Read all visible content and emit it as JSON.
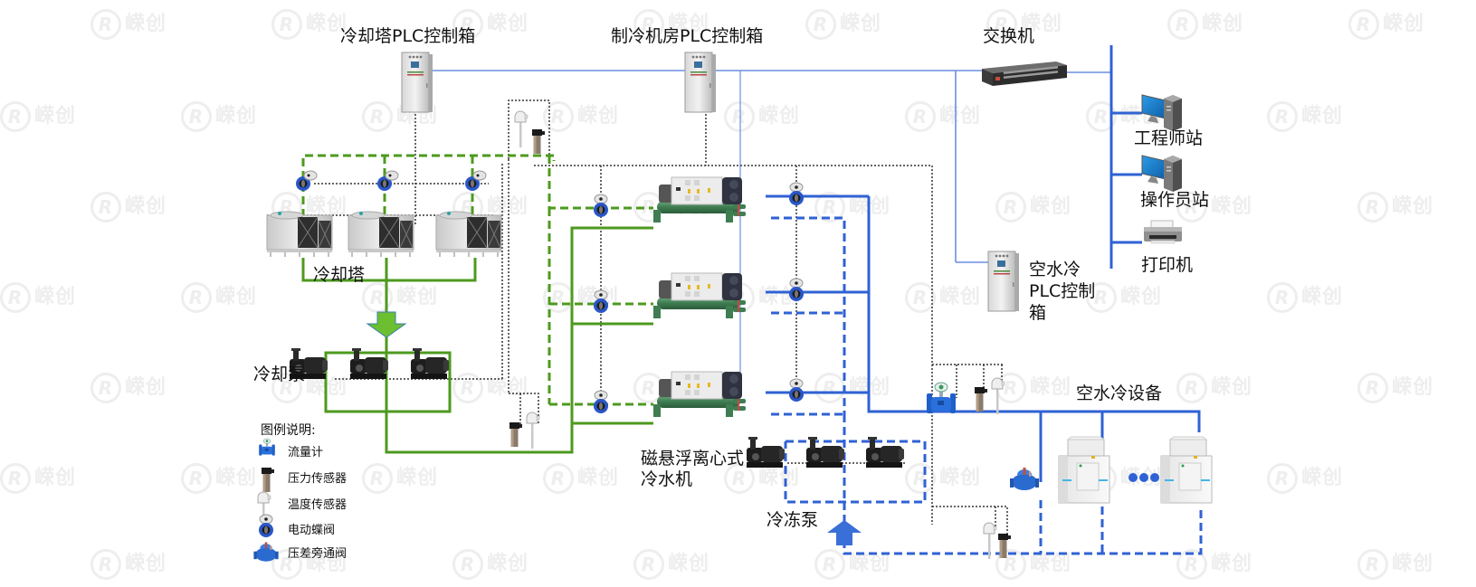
{
  "diagram": {
    "title_nodes": {
      "cooling_tower_plc": "冷却塔PLC控制箱",
      "chiller_room_plc": "制冷机房PLC控制箱",
      "switch": "交换机",
      "engineer_station": "工程师站",
      "operator_station": "操作员站",
      "printer": "打印机",
      "air_water_plc_line1": "空水冷",
      "air_water_plc_line2": "PLC控制",
      "air_water_plc_line3": "箱",
      "cooling_tower": "冷却塔",
      "cooling_pump": "冷却泵",
      "chiller_line1": "磁悬浮离心式",
      "chiller_line2": "冷水机",
      "chilled_pump": "冷冻泵",
      "air_water_equipment": "空水冷设备"
    },
    "legend": {
      "title": "图例说明:",
      "items": [
        {
          "label": "流量计",
          "icon": "flow-meter-icon"
        },
        {
          "label": "压力传感器",
          "icon": "pressure-sensor-icon"
        },
        {
          "label": "温度传感器",
          "icon": "temperature-sensor-icon"
        },
        {
          "label": "电动蝶阀",
          "icon": "butterfly-valve-icon"
        },
        {
          "label": "压差旁通阀",
          "icon": "bypass-valve-icon"
        }
      ]
    },
    "watermark": "嵘创",
    "ellipsis": "•••",
    "colors": {
      "cooling_water": "#4d9a1e",
      "chilled_water": "#2f62d4",
      "network": "#6b8fe0",
      "signal": "#333333",
      "arrow_green": "#6cbf2f",
      "arrow_blue": "#3b6fd8"
    }
  }
}
